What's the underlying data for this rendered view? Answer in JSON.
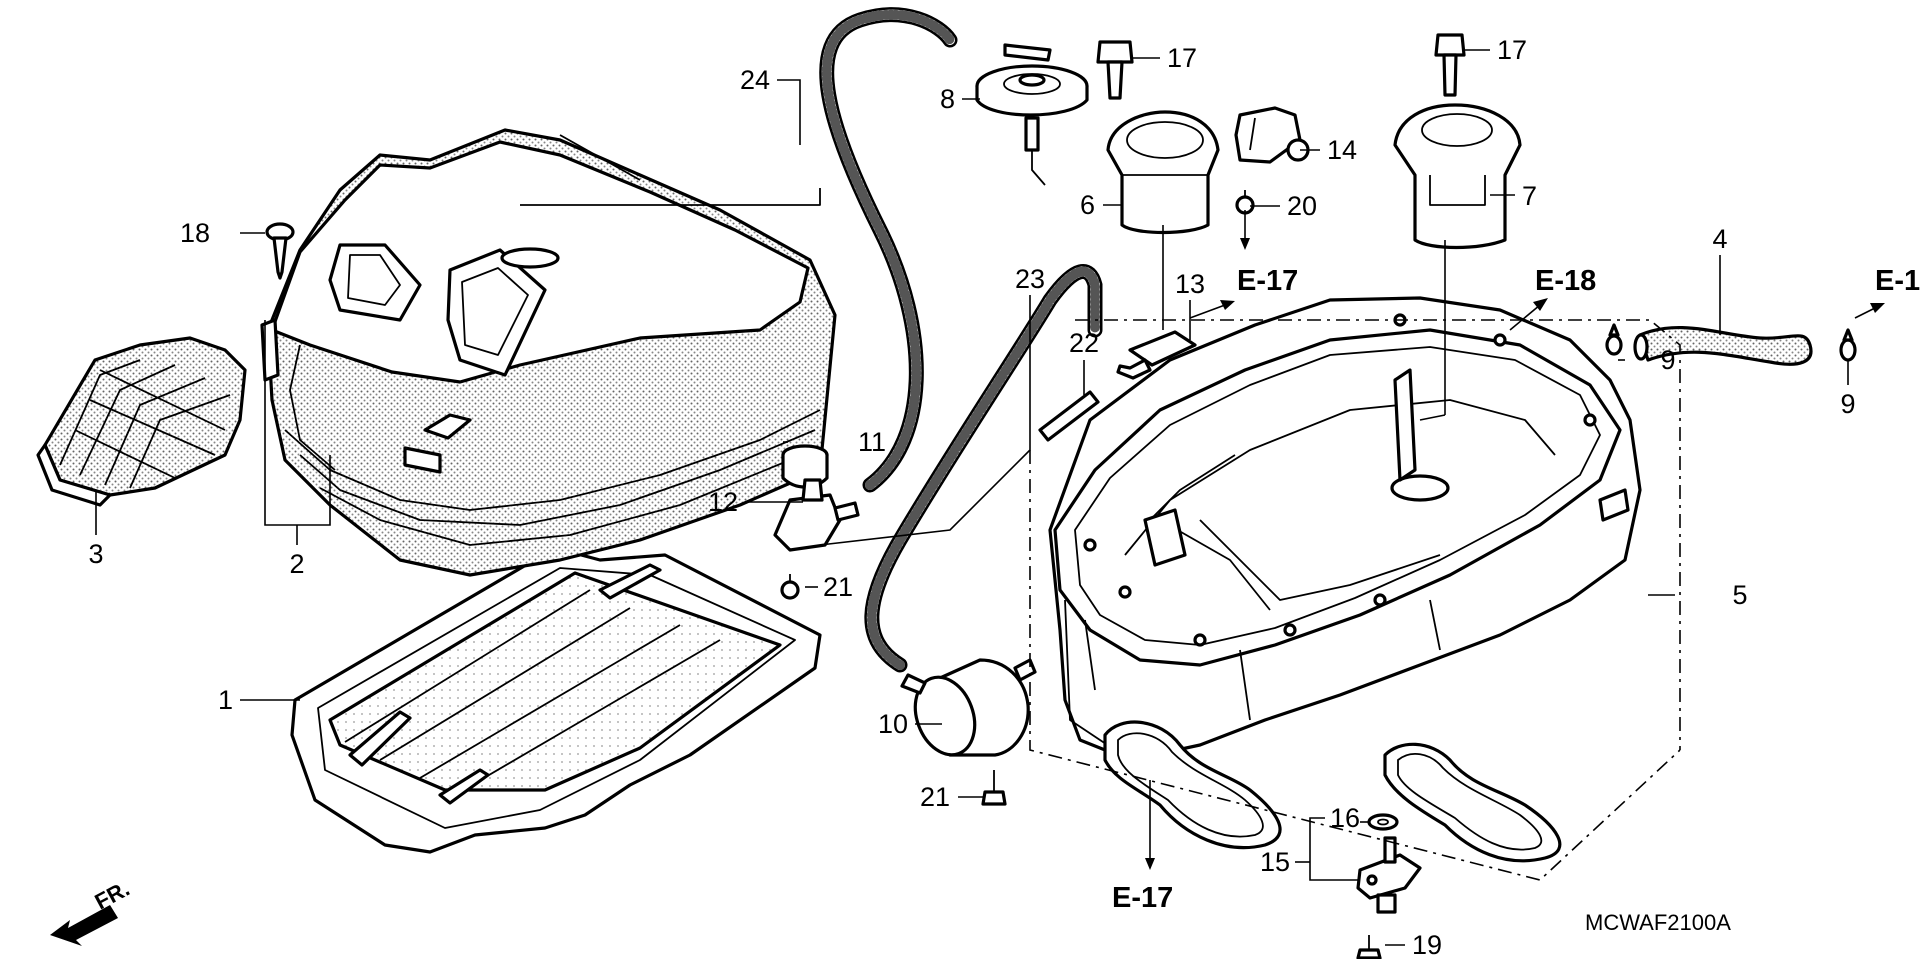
{
  "diagram": {
    "callouts": [
      {
        "id": "c1",
        "text": "1"
      },
      {
        "id": "c2",
        "text": "2"
      },
      {
        "id": "c3",
        "text": "3"
      },
      {
        "id": "c4",
        "text": "4"
      },
      {
        "id": "c5",
        "text": "5"
      },
      {
        "id": "c6",
        "text": "6"
      },
      {
        "id": "c7",
        "text": "7"
      },
      {
        "id": "c8",
        "text": "8"
      },
      {
        "id": "c9a",
        "text": "9"
      },
      {
        "id": "c9b",
        "text": "9"
      },
      {
        "id": "c10",
        "text": "10"
      },
      {
        "id": "c11",
        "text": "11"
      },
      {
        "id": "c12",
        "text": "12"
      },
      {
        "id": "c13",
        "text": "13"
      },
      {
        "id": "c14",
        "text": "14"
      },
      {
        "id": "c15",
        "text": "15"
      },
      {
        "id": "c16",
        "text": "16"
      },
      {
        "id": "c17a",
        "text": "17"
      },
      {
        "id": "c17b",
        "text": "17"
      },
      {
        "id": "c18",
        "text": "18"
      },
      {
        "id": "c19",
        "text": "19"
      },
      {
        "id": "c20",
        "text": "20"
      },
      {
        "id": "c21a",
        "text": "21"
      },
      {
        "id": "c21b",
        "text": "21"
      },
      {
        "id": "c22",
        "text": "22"
      },
      {
        "id": "c23",
        "text": "23"
      },
      {
        "id": "c24",
        "text": "24"
      }
    ],
    "refs": [
      {
        "id": "r1",
        "text": "E-17"
      },
      {
        "id": "r2",
        "text": "E-18"
      },
      {
        "id": "r3",
        "text": "E-1"
      },
      {
        "id": "r4",
        "text": "E-17"
      }
    ],
    "front_label": "FR.",
    "diagram_code": "MCWAF2100A"
  }
}
